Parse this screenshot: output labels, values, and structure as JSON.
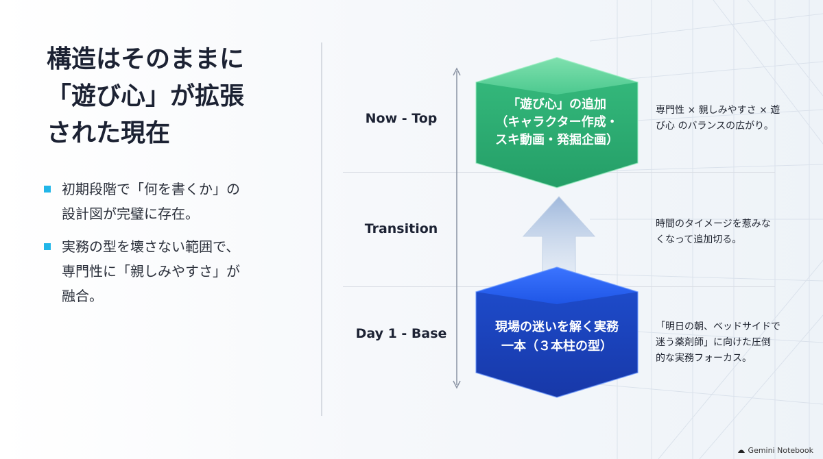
{
  "title": {
    "lines": [
      "構造はそのままに",
      "「遊び心」が拡張",
      "された現在"
    ]
  },
  "bullets": [
    {
      "lines": [
        "初期段階で「何を書くか」の",
        "設計図が完璧に存在。"
      ]
    },
    {
      "lines": [
        "実務の型を壊さない範囲で、",
        "専門性に「親しみやすさ」が",
        "融合。"
      ]
    }
  ],
  "stages": [
    {
      "label": "Now - Top"
    },
    {
      "label": "Transition"
    },
    {
      "label": "Day 1 - Base"
    }
  ],
  "top_block": {
    "lines": [
      "「遊び心」の追加",
      "（キャラクター作成・",
      "スキ動画・発掘企画）"
    ],
    "color": "#2fbf7f"
  },
  "base_block": {
    "lines": [
      "現場の迷いを解く実務",
      "一本（３本柱の型）"
    ],
    "color": "#1f4fd1"
  },
  "descriptions": [
    {
      "lines": [
        "専門性 × 親しみやすさ × 遊",
        "び心 のバランスの広がり。"
      ]
    },
    {
      "lines": [
        "時間のタイメージを惹みな",
        "くなって追加切る。"
      ]
    },
    {
      "lines": [
        "「明日の朝、ベッドサイドで",
        "迷う薬剤師」に向けた圧倒",
        "的な実務フォーカス。"
      ]
    }
  ],
  "branding": {
    "label": "Gemini Notebook"
  },
  "colors": {
    "accent": "#22b6e8",
    "green": "#2fbf7f",
    "blue": "#1f4fd1"
  }
}
